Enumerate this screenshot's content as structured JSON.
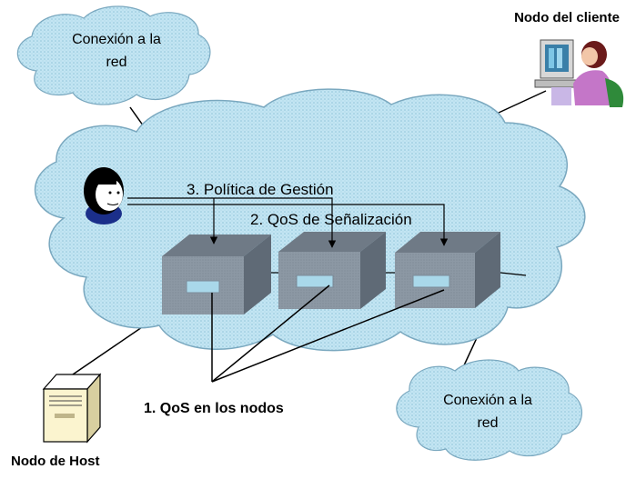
{
  "clouds": {
    "top_left": {
      "line1": "Conexión a la",
      "line2": "red"
    },
    "bottom_right": {
      "line1": "Conexión a la",
      "line2": "red"
    }
  },
  "nodes": {
    "client": "Nodo del cliente",
    "host": "Nodo de Host"
  },
  "annotations": {
    "management_policy": "3. Política de Gestión",
    "signaling_qos": "2. QoS de Señalización",
    "node_qos": "1. QoS en los nodos"
  },
  "colors": {
    "cloud_fill": "#bfe3f2",
    "cloud_dot": "#8fc4d8",
    "cloud_stroke": "#7aa8bf",
    "box_front": "#8e9aa6",
    "box_top": "#6f7a86",
    "box_side": "#5f6a76",
    "box_slot": "#a9d8ea",
    "line": "#000000"
  }
}
